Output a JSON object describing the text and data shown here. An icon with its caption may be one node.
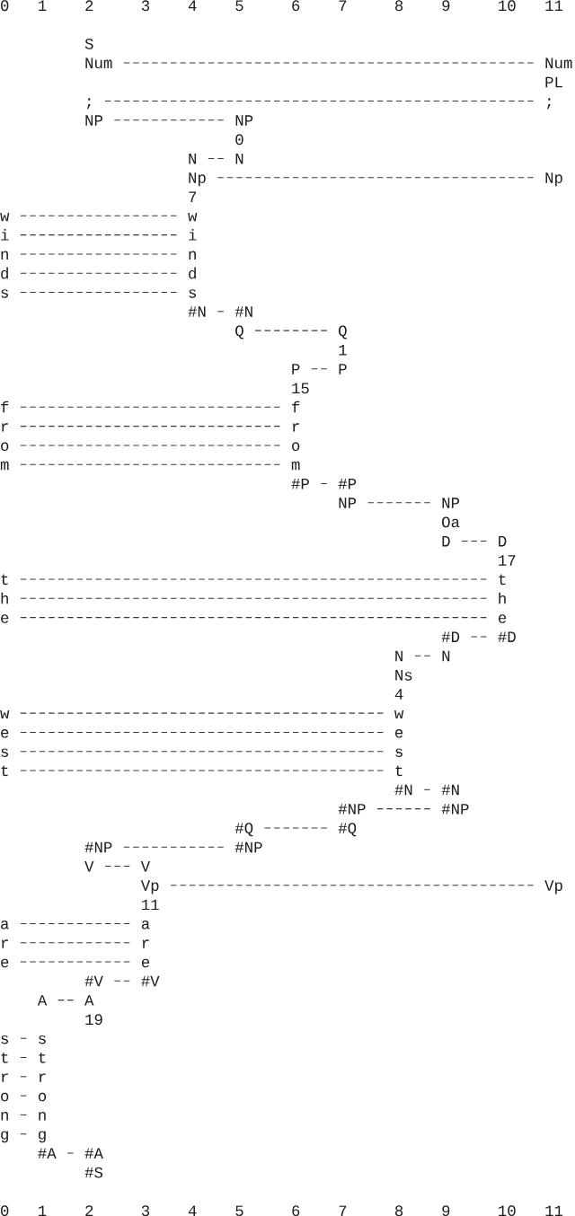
{
  "diagram": {
    "nodes": [
      {
        "text": [
          "Num"
        ]
      },
      {
        "text": [
          "Num"
        ]
      },
      {
        "text": [
          ";"
        ]
      },
      {
        "text": [
          ";"
        ]
      },
      {
        "text": [
          "NP"
        ]
      },
      {
        "text": [
          "NP"
        ]
      },
      {
        "text": [
          "N"
        ]
      },
      {
        "text": [
          "N"
        ]
      },
      {
        "text": [
          "Np"
        ]
      },
      {
        "text": [
          "Np"
        ]
      },
      {
        "text": [
          "w"
        ]
      },
      {
        "text": [
          "w"
        ]
      },
      {
        "text": [
          "i"
        ]
      },
      {
        "text": [
          "i"
        ]
      },
      {
        "text": [
          "n"
        ]
      },
      {
        "text": [
          "n"
        ]
      },
      {
        "text": [
          "d"
        ]
      },
      {
        "text": [
          "d"
        ]
      },
      {
        "text": [
          "s"
        ]
      },
      {
        "text": [
          "s"
        ]
      },
      {
        "text": [
          "#N"
        ]
      },
      {
        "text": [
          "#N"
        ]
      },
      {
        "text": [
          "Q"
        ]
      },
      {
        "text": [
          "Q"
        ]
      },
      {
        "text": [
          "P"
        ]
      },
      {
        "text": [
          "P"
        ]
      },
      {
        "text": [
          "f"
        ]
      },
      {
        "text": [
          "f"
        ]
      },
      {
        "text": [
          "r"
        ]
      },
      {
        "text": [
          "r"
        ]
      },
      {
        "text": [
          "o"
        ]
      },
      {
        "text": [
          "o"
        ]
      },
      {
        "text": [
          "m"
        ]
      },
      {
        "text": [
          "m"
        ]
      },
      {
        "text": [
          "#P"
        ]
      },
      {
        "text": [
          "#P"
        ]
      },
      {
        "text": [
          "NP"
        ]
      },
      {
        "text": [
          "NP"
        ]
      },
      {
        "text": [
          "D"
        ]
      },
      {
        "text": [
          "D"
        ]
      },
      {
        "text": [
          "t"
        ]
      },
      {
        "text": [
          "t"
        ]
      },
      {
        "text": [
          "h"
        ]
      },
      {
        "text": [
          "h"
        ]
      },
      {
        "text": [
          "e"
        ]
      },
      {
        "text": [
          "e"
        ]
      },
      {
        "text": [
          "#D"
        ]
      },
      {
        "text": [
          "#D"
        ]
      },
      {
        "text": [
          "N"
        ]
      },
      {
        "text": [
          "N"
        ]
      },
      {
        "text": [
          "w"
        ]
      },
      {
        "text": [
          "w"
        ]
      },
      {
        "text": [
          "e"
        ]
      },
      {
        "text": [
          "e"
        ]
      },
      {
        "text": [
          "s"
        ]
      },
      {
        "text": [
          "s"
        ]
      },
      {
        "text": [
          "t"
        ]
      },
      {
        "text": [
          "t"
        ]
      },
      {
        "text": [
          "#N"
        ]
      },
      {
        "text": [
          "#N"
        ]
      },
      {
        "text": [
          "#NP"
        ]
      },
      {
        "text": [
          "#NP"
        ]
      },
      {
        "text": [
          "#Q"
        ]
      },
      {
        "text": [
          "#Q"
        ]
      },
      {
        "text": [
          "#NP"
        ]
      },
      {
        "text": [
          "#NP"
        ]
      },
      {
        "text": [
          "V"
        ]
      },
      {
        "text": [
          "V"
        ]
      },
      {
        "text": [
          "Vp"
        ]
      },
      {
        "text": [
          "Vp"
        ]
      },
      {
        "text": [
          "a"
        ]
      },
      {
        "text": [
          "a"
        ]
      },
      {
        "text": [
          "r"
        ]
      },
      {
        "text": [
          "r"
        ]
      },
      {
        "text": [
          "e"
        ]
      },
      {
        "text": [
          "e"
        ]
      },
      {
        "text": [
          "#V"
        ]
      },
      {
        "text": [
          "#V"
        ]
      },
      {
        "text": [
          "A"
        ]
      },
      {
        "text": [
          "A"
        ]
      },
      {
        "text": [
          "s"
        ]
      },
      {
        "text": [
          "s"
        ]
      },
      {
        "text": [
          "t"
        ]
      },
      {
        "text": [
          "t"
        ]
      },
      {
        "text": [
          "r"
        ]
      },
      {
        "text": [
          "r"
        ]
      },
      {
        "text": [
          "o"
        ]
      },
      {
        "text": [
          "o"
        ]
      },
      {
        "text": [
          "n"
        ]
      },
      {
        "text": [
          "n"
        ]
      },
      {
        "text": [
          "g"
        ]
      },
      {
        "text": [
          "g"
        ]
      },
      {
        "text": [
          "#A"
        ]
      },
      {
        "text": [
          "#A"
        ]
      }
    ],
    "edges": [
      {
        "from": 0,
        "to": 1,
        "arrow": "none",
        "style": "dashed"
      },
      {
        "from": 2,
        "to": 3,
        "arrow": "none",
        "style": "dashed"
      },
      {
        "from": 4,
        "to": 5,
        "arrow": "none",
        "style": "dashed"
      },
      {
        "from": 6,
        "to": 7,
        "arrow": "none",
        "style": "dashed"
      },
      {
        "from": 8,
        "to": 9,
        "arrow": "none",
        "style": "dashed"
      },
      {
        "from": 10,
        "to": 11,
        "arrow": "none",
        "style": "dashed"
      },
      {
        "from": 12,
        "to": 13,
        "arrow": "none",
        "style": "dashed"
      },
      {
        "from": 14,
        "to": 15,
        "arrow": "none",
        "style": "dashed"
      },
      {
        "from": 16,
        "to": 17,
        "arrow": "none",
        "style": "dashed"
      },
      {
        "from": 18,
        "to": 19,
        "arrow": "none",
        "style": "dashed"
      },
      {
        "from": 20,
        "to": 21,
        "arrow": "none",
        "style": "dashed"
      },
      {
        "from": 22,
        "to": 23,
        "arrow": "none",
        "style": "dashed"
      },
      {
        "from": 24,
        "to": 25,
        "arrow": "none",
        "style": "dashed"
      },
      {
        "from": 26,
        "to": 27,
        "arrow": "none",
        "style": "dashed"
      },
      {
        "from": 28,
        "to": 29,
        "arrow": "none",
        "style": "dashed"
      },
      {
        "from": 30,
        "to": 31,
        "arrow": "none",
        "style": "dashed"
      },
      {
        "from": 32,
        "to": 33,
        "arrow": "none",
        "style": "dashed"
      },
      {
        "from": 34,
        "to": 35,
        "arrow": "none",
        "style": "dashed"
      },
      {
        "from": 36,
        "to": 37,
        "arrow": "none",
        "style": "dashed"
      },
      {
        "from": 38,
        "to": 39,
        "arrow": "none",
        "style": "dashed"
      },
      {
        "from": 40,
        "to": 41,
        "arrow": "none",
        "style": "dashed"
      },
      {
        "from": 42,
        "to": 43,
        "arrow": "none",
        "style": "dashed"
      },
      {
        "from": 44,
        "to": 45,
        "arrow": "none",
        "style": "dashed"
      },
      {
        "from": 46,
        "to": 47,
        "arrow": "none",
        "style": "dashed"
      },
      {
        "from": 48,
        "to": 49,
        "arrow": "none",
        "style": "dashed"
      },
      {
        "from": 50,
        "to": 51,
        "arrow": "none",
        "style": "dashed"
      },
      {
        "from": 52,
        "to": 53,
        "arrow": "none",
        "style": "dashed"
      },
      {
        "from": 54,
        "to": 55,
        "arrow": "none",
        "style": "dashed"
      },
      {
        "from": 56,
        "to": 57,
        "arrow": "none",
        "style": "dashed"
      },
      {
        "from": 58,
        "to": 59,
        "arrow": "none",
        "style": "dashed"
      },
      {
        "from": 60,
        "to": 61,
        "arrow": "none",
        "style": "dashed"
      },
      {
        "from": 62,
        "to": 63,
        "arrow": "none",
        "style": "dashed"
      },
      {
        "from": 64,
        "to": 65,
        "arrow": "none",
        "style": "dashed"
      },
      {
        "from": 66,
        "to": 67,
        "arrow": "none",
        "style": "dashed"
      },
      {
        "from": 68,
        "to": 69,
        "arrow": "none",
        "style": "dashed"
      },
      {
        "from": 70,
        "to": 71,
        "arrow": "none",
        "style": "dashed"
      },
      {
        "from": 72,
        "to": 73,
        "arrow": "none",
        "style": "dashed"
      },
      {
        "from": 74,
        "to": 75,
        "arrow": "none",
        "style": "dashed"
      },
      {
        "from": 76,
        "to": 77,
        "arrow": "none",
        "style": "dashed"
      },
      {
        "from": 78,
        "to": 79,
        "arrow": "none",
        "style": "dashed"
      },
      {
        "from": 80,
        "to": 81,
        "arrow": "none",
        "style": "dashed"
      },
      {
        "from": 82,
        "to": 83,
        "arrow": "none",
        "style": "dashed"
      },
      {
        "from": 84,
        "to": 85,
        "arrow": "none",
        "style": "dashed"
      },
      {
        "from": 86,
        "to": 87,
        "arrow": "none",
        "style": "dashed"
      },
      {
        "from": 88,
        "to": 89,
        "arrow": "none",
        "style": "dashed"
      },
      {
        "from": 90,
        "to": 91,
        "arrow": "none",
        "style": "dashed"
      },
      {
        "from": 92,
        "to": 93,
        "arrow": "none",
        "style": "dashed"
      }
    ],
    "labels": [
      "0",
      "1",
      "2",
      "3",
      "4",
      "5",
      "6",
      "7",
      "8",
      "9",
      "10",
      "11",
      "S",
      "PL",
      "0",
      "7",
      "1",
      "15",
      "Oa",
      "17",
      "Ns",
      "4",
      "11",
      "19",
      "#S",
      "0",
      "1",
      "2",
      "3",
      "4",
      "5",
      "6",
      "7",
      "8",
      "9",
      "10",
      "11"
    ]
  }
}
